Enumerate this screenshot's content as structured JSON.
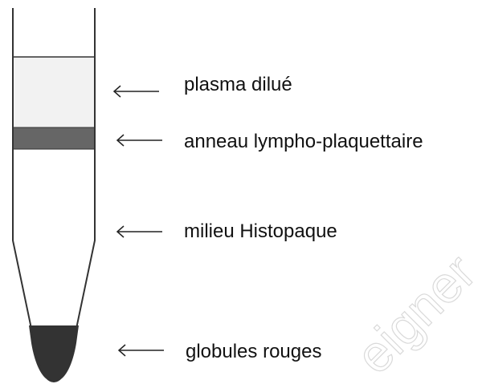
{
  "tube": {
    "layers": [
      {
        "key": "plasma",
        "color": "#f2f2f2"
      },
      {
        "key": "ring",
        "color": "#666666"
      },
      {
        "key": "medium",
        "color": "#ffffff"
      },
      {
        "key": "pellet",
        "color": "#333333"
      }
    ],
    "outline_color": "#333333"
  },
  "labels": {
    "plasma": "plasma dilué",
    "ring": "anneau lympho-plaquettaire",
    "medium": "milieu Histopaque",
    "pellet": "globules rouges"
  },
  "arrow_icon": "left-arrow-icon",
  "watermark": "eigner"
}
